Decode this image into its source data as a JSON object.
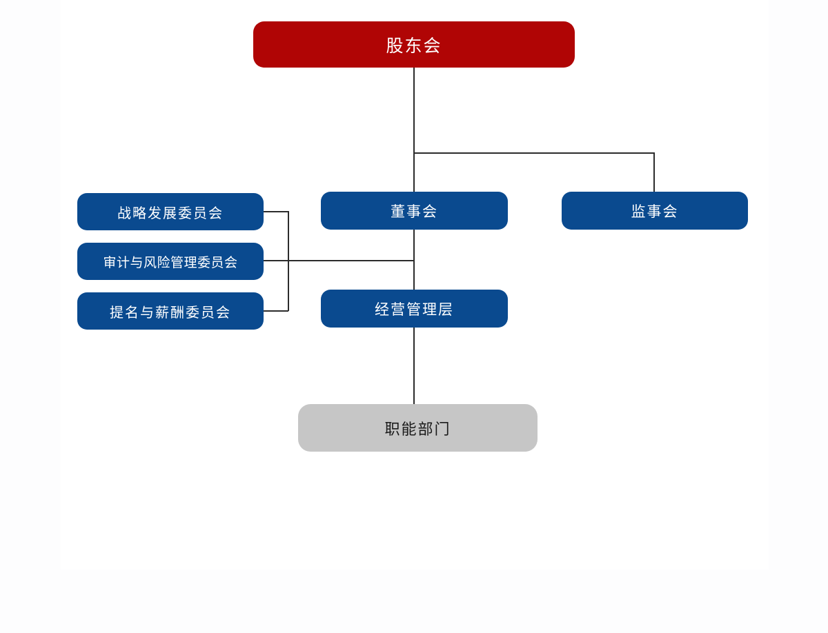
{
  "chart_title": "",
  "colors": {
    "top_node": "#b00505",
    "primary_node": "#0a4a8f",
    "leaf_node": "#c6c6c6",
    "connector": "#2b2b2b",
    "canvas": "#ffffff",
    "node_text_light": "#ffffff",
    "node_text_dark": "#1a1a1a"
  },
  "org_chart": {
    "type": "diagram",
    "layout": "top-down org chart",
    "nodes": [
      {
        "id": "shareholders",
        "label": "股东会",
        "level": 0,
        "style": "red"
      },
      {
        "id": "board",
        "label": "董事会",
        "level": 1,
        "style": "blue"
      },
      {
        "id": "supervisors",
        "label": "监事会",
        "level": 1,
        "style": "blue"
      },
      {
        "id": "strategy-committee",
        "label": "战略发展委员会",
        "level": 2,
        "style": "blue"
      },
      {
        "id": "audit-risk-committee",
        "label": "审计与风险管理委员会",
        "level": 2,
        "style": "blue"
      },
      {
        "id": "nomination-compensation-committee",
        "label": "提名与薪酬委员会",
        "level": 2,
        "style": "blue"
      },
      {
        "id": "management",
        "label": "经营管理层",
        "level": 2,
        "style": "blue"
      },
      {
        "id": "functional-departments",
        "label": "职能部门",
        "level": 3,
        "style": "gray"
      }
    ],
    "edges": [
      {
        "from": "shareholders",
        "to": "board"
      },
      {
        "from": "shareholders",
        "to": "supervisors"
      },
      {
        "from": "board",
        "to": "management"
      },
      {
        "from": "board",
        "to": "strategy-committee"
      },
      {
        "from": "board",
        "to": "audit-risk-committee"
      },
      {
        "from": "board",
        "to": "nomination-compensation-committee"
      },
      {
        "from": "management",
        "to": "functional-departments"
      }
    ]
  }
}
